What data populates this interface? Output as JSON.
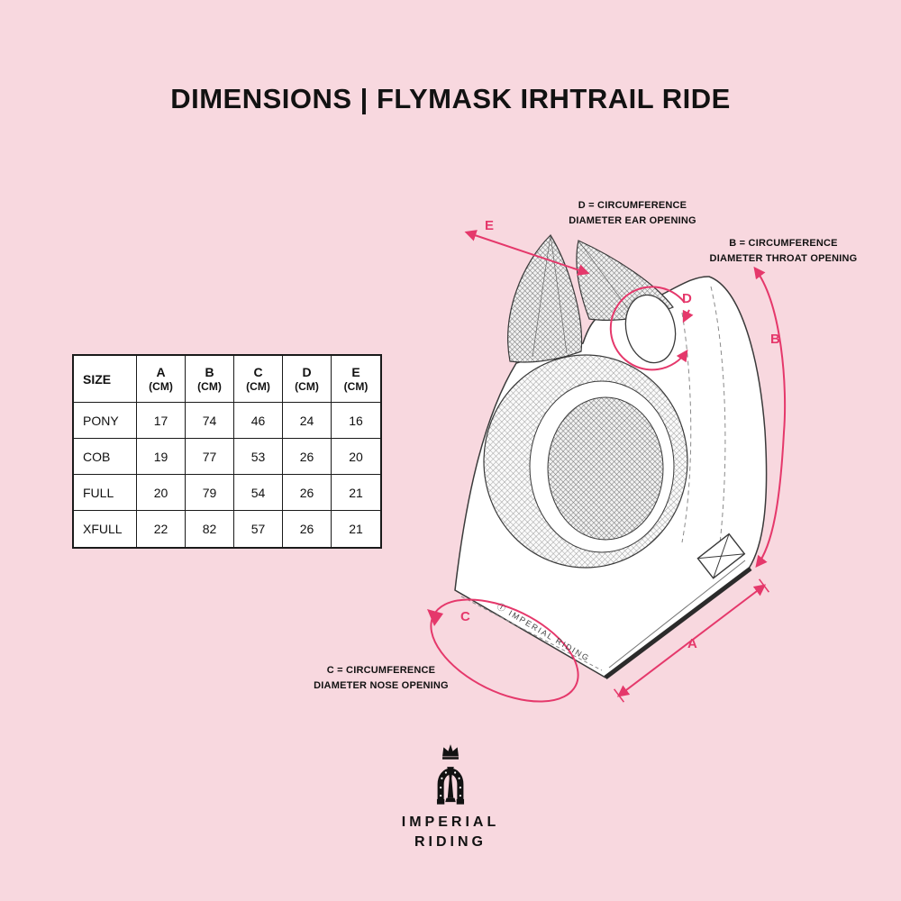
{
  "page": {
    "title": "DIMENSIONS | FLYMASK IRHTRAIL RIDE",
    "background_color": "#f8d8df",
    "accent_color": "#e5386b",
    "line_color": "#3a3a3a"
  },
  "table": {
    "headers": [
      {
        "label": "SIZE",
        "unit": ""
      },
      {
        "label": "A",
        "unit": "(CM)"
      },
      {
        "label": "B",
        "unit": "(CM)"
      },
      {
        "label": "C",
        "unit": "(CM)"
      },
      {
        "label": "D",
        "unit": "(CM)"
      },
      {
        "label": "E",
        "unit": "(CM)"
      }
    ],
    "rows": [
      [
        "PONY",
        "17",
        "74",
        "46",
        "24",
        "16"
      ],
      [
        "COB",
        "19",
        "77",
        "53",
        "26",
        "20"
      ],
      [
        "FULL",
        "20",
        "79",
        "54",
        "26",
        "21"
      ],
      [
        "XFULL",
        "22",
        "82",
        "57",
        "26",
        "21"
      ]
    ]
  },
  "diagram": {
    "dimension_labels": {
      "a": "A",
      "b": "B",
      "c": "C",
      "d": "D",
      "e": "E"
    },
    "annotations": {
      "ear": {
        "line1": "D = CIRCUMFERENCE",
        "line2": "DIAMETER EAR OPENING"
      },
      "throat": {
        "line1": "B = CIRCUMFERENCE",
        "line2": "DIAMETER THROAT OPENING"
      },
      "nose": {
        "line1": "C = CIRCUMFERENCE",
        "line2": "DIAMETER NOSE OPENING"
      }
    },
    "hem_text": "Ⓘ IMPERIAL RIDING"
  },
  "brand": {
    "logo_icon": "horseshoe-crown-icon",
    "name_line1": "IMPERIAL",
    "name_line2": "RIDING"
  }
}
